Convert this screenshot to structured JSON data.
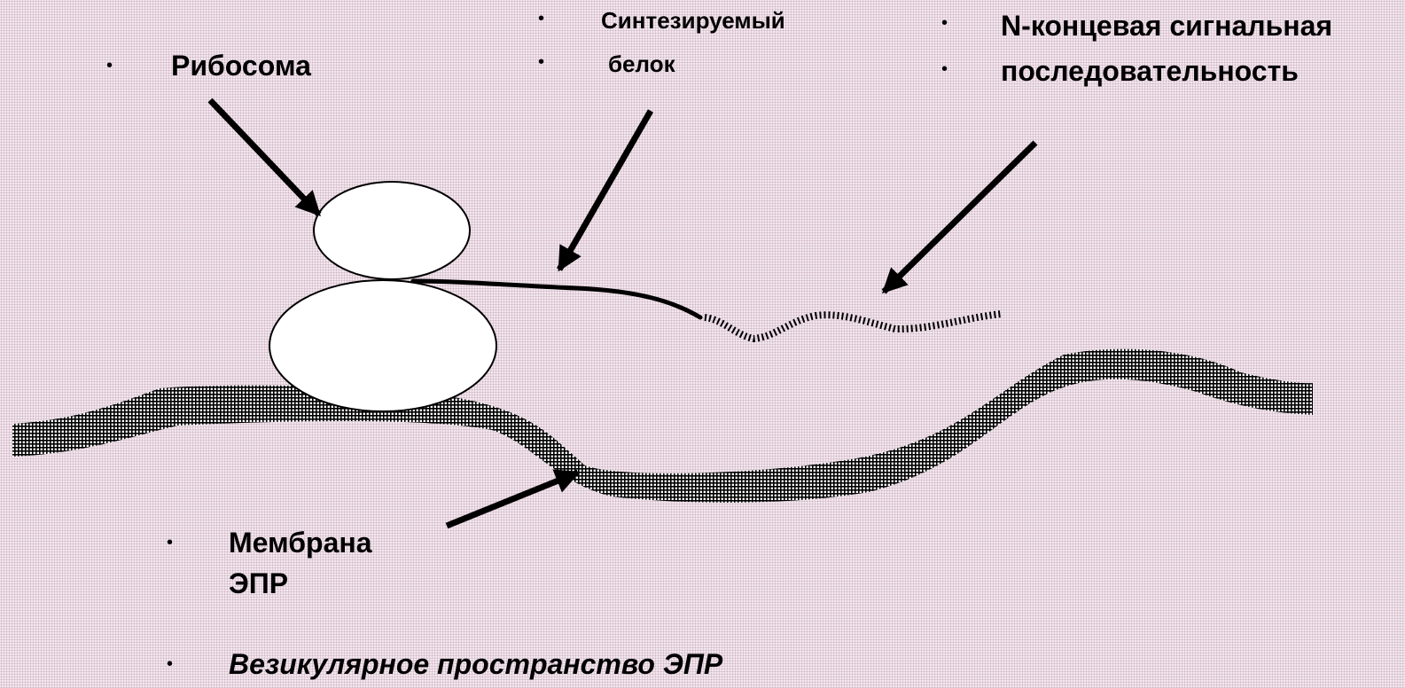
{
  "labels": {
    "ribosome": "Рибосома",
    "protein_line1": "Синтезируемый",
    "protein_line2": "белок",
    "signal_line1": "N-концевая сигнальная",
    "signal_line2": "последовательность",
    "membrane_line1": "Мембрана",
    "membrane_line2": "ЭПР",
    "lumen": "Везикулярное пространство ЭПР"
  },
  "bullet_glyph": "•"
}
